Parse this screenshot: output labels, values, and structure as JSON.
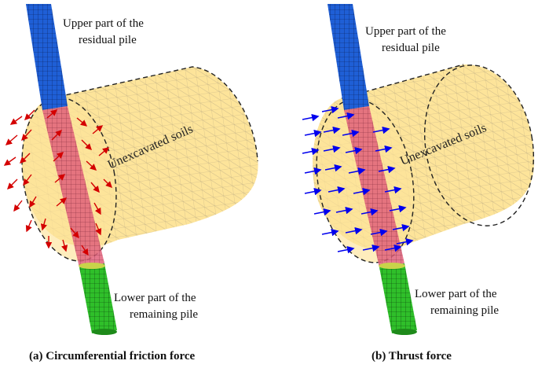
{
  "panel_a": {
    "upper_label_line1": "Upper part of the",
    "upper_label_line2": "residual pile",
    "soil_label": "Unexcavated soils",
    "lower_label_line1": "Lower part of the",
    "lower_label_line2": "remaining pile",
    "caption": "(a) Circumferential friction force",
    "arrow_color": "#d40000"
  },
  "panel_b": {
    "upper_label_line1": "Upper part of the",
    "upper_label_line2": "residual pile",
    "soil_label": "Unexcavated soils",
    "lower_label_line1": "Lower part of the",
    "lower_label_line2": "remaining pile",
    "caption": "(b) Thrust force",
    "arrow_color": "#0000ee"
  },
  "colors": {
    "soil": "#fde49a",
    "soil_mesh": "#b9a678",
    "upper_pile": "#1f5fd6",
    "embedded_pile": "#e0607a",
    "lower_pile": "#2fbf2a",
    "pile_mesh": "#1a1a1a"
  }
}
